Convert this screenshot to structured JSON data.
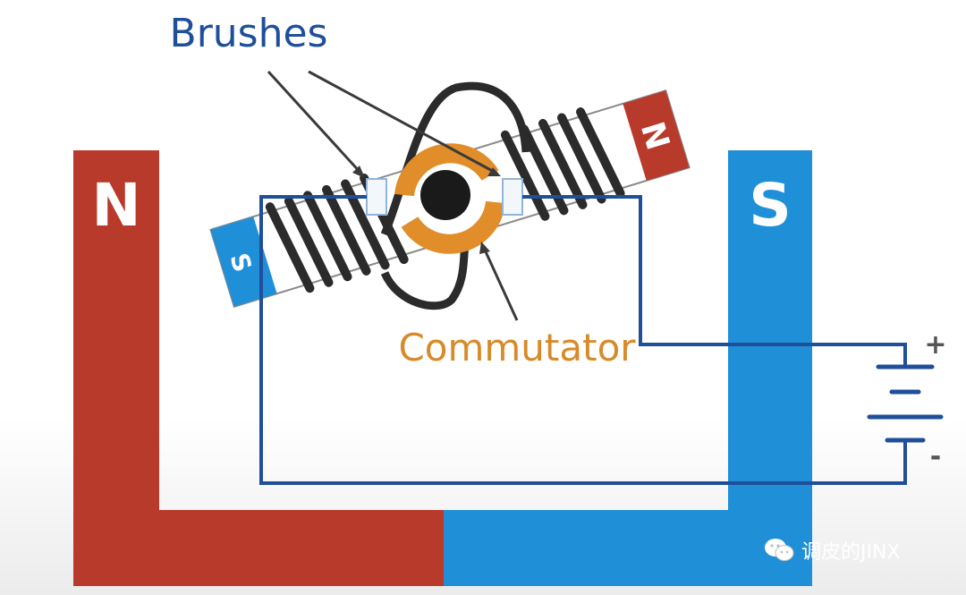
{
  "labels": {
    "brushes": "Brushes",
    "commutator": "Commutator",
    "stator_north": "N",
    "stator_south": "S",
    "rotor_north": "N",
    "rotor_south": "S",
    "battery_plus": "+",
    "battery_minus": "-"
  },
  "watermark": {
    "icon": "wechat-icon",
    "text": "调皮的JINX"
  },
  "colors": {
    "north_red": "#b83a2a",
    "south_blue": "#1f8fd8",
    "wire_blue": "#1f4f9a",
    "commutator_orange": "#e08d2a",
    "coil_black": "#2b2b2b",
    "label_blue": "#1f4f9a",
    "label_orange": "#d88a2a"
  }
}
